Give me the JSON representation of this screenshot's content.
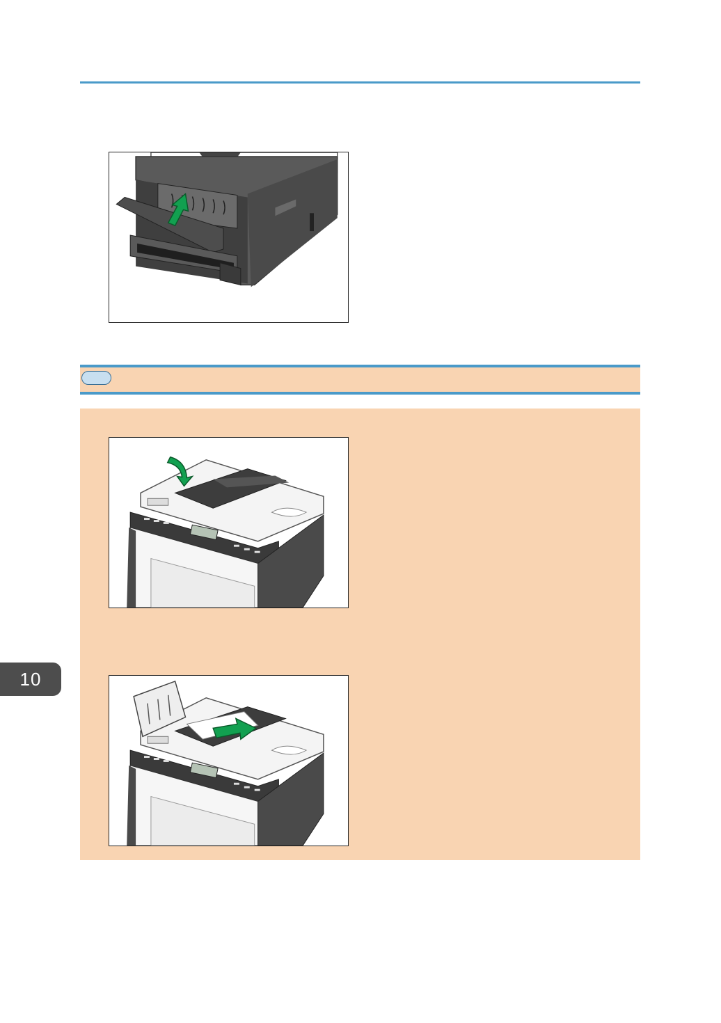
{
  "chapter_tab": {
    "number": "10"
  },
  "colors": {
    "rule_blue": "#4a9ac9",
    "section_fill": "#f9d4b2",
    "pill_fill": "#c8dff0",
    "arrow_green": "#12a050",
    "printer_dark": "#4a4a4a",
    "chapter_tab": "#4d4d4d"
  },
  "figures": [
    {
      "subject": "printer-rear-fuser-cover",
      "arrow": "push-up-arrow-icon"
    },
    {
      "subject": "adf-cover-open",
      "arrow": "curved-up-arrow-icon"
    },
    {
      "subject": "adf-remove-jammed-paper",
      "arrow": "pull-right-arrow-icon"
    }
  ]
}
